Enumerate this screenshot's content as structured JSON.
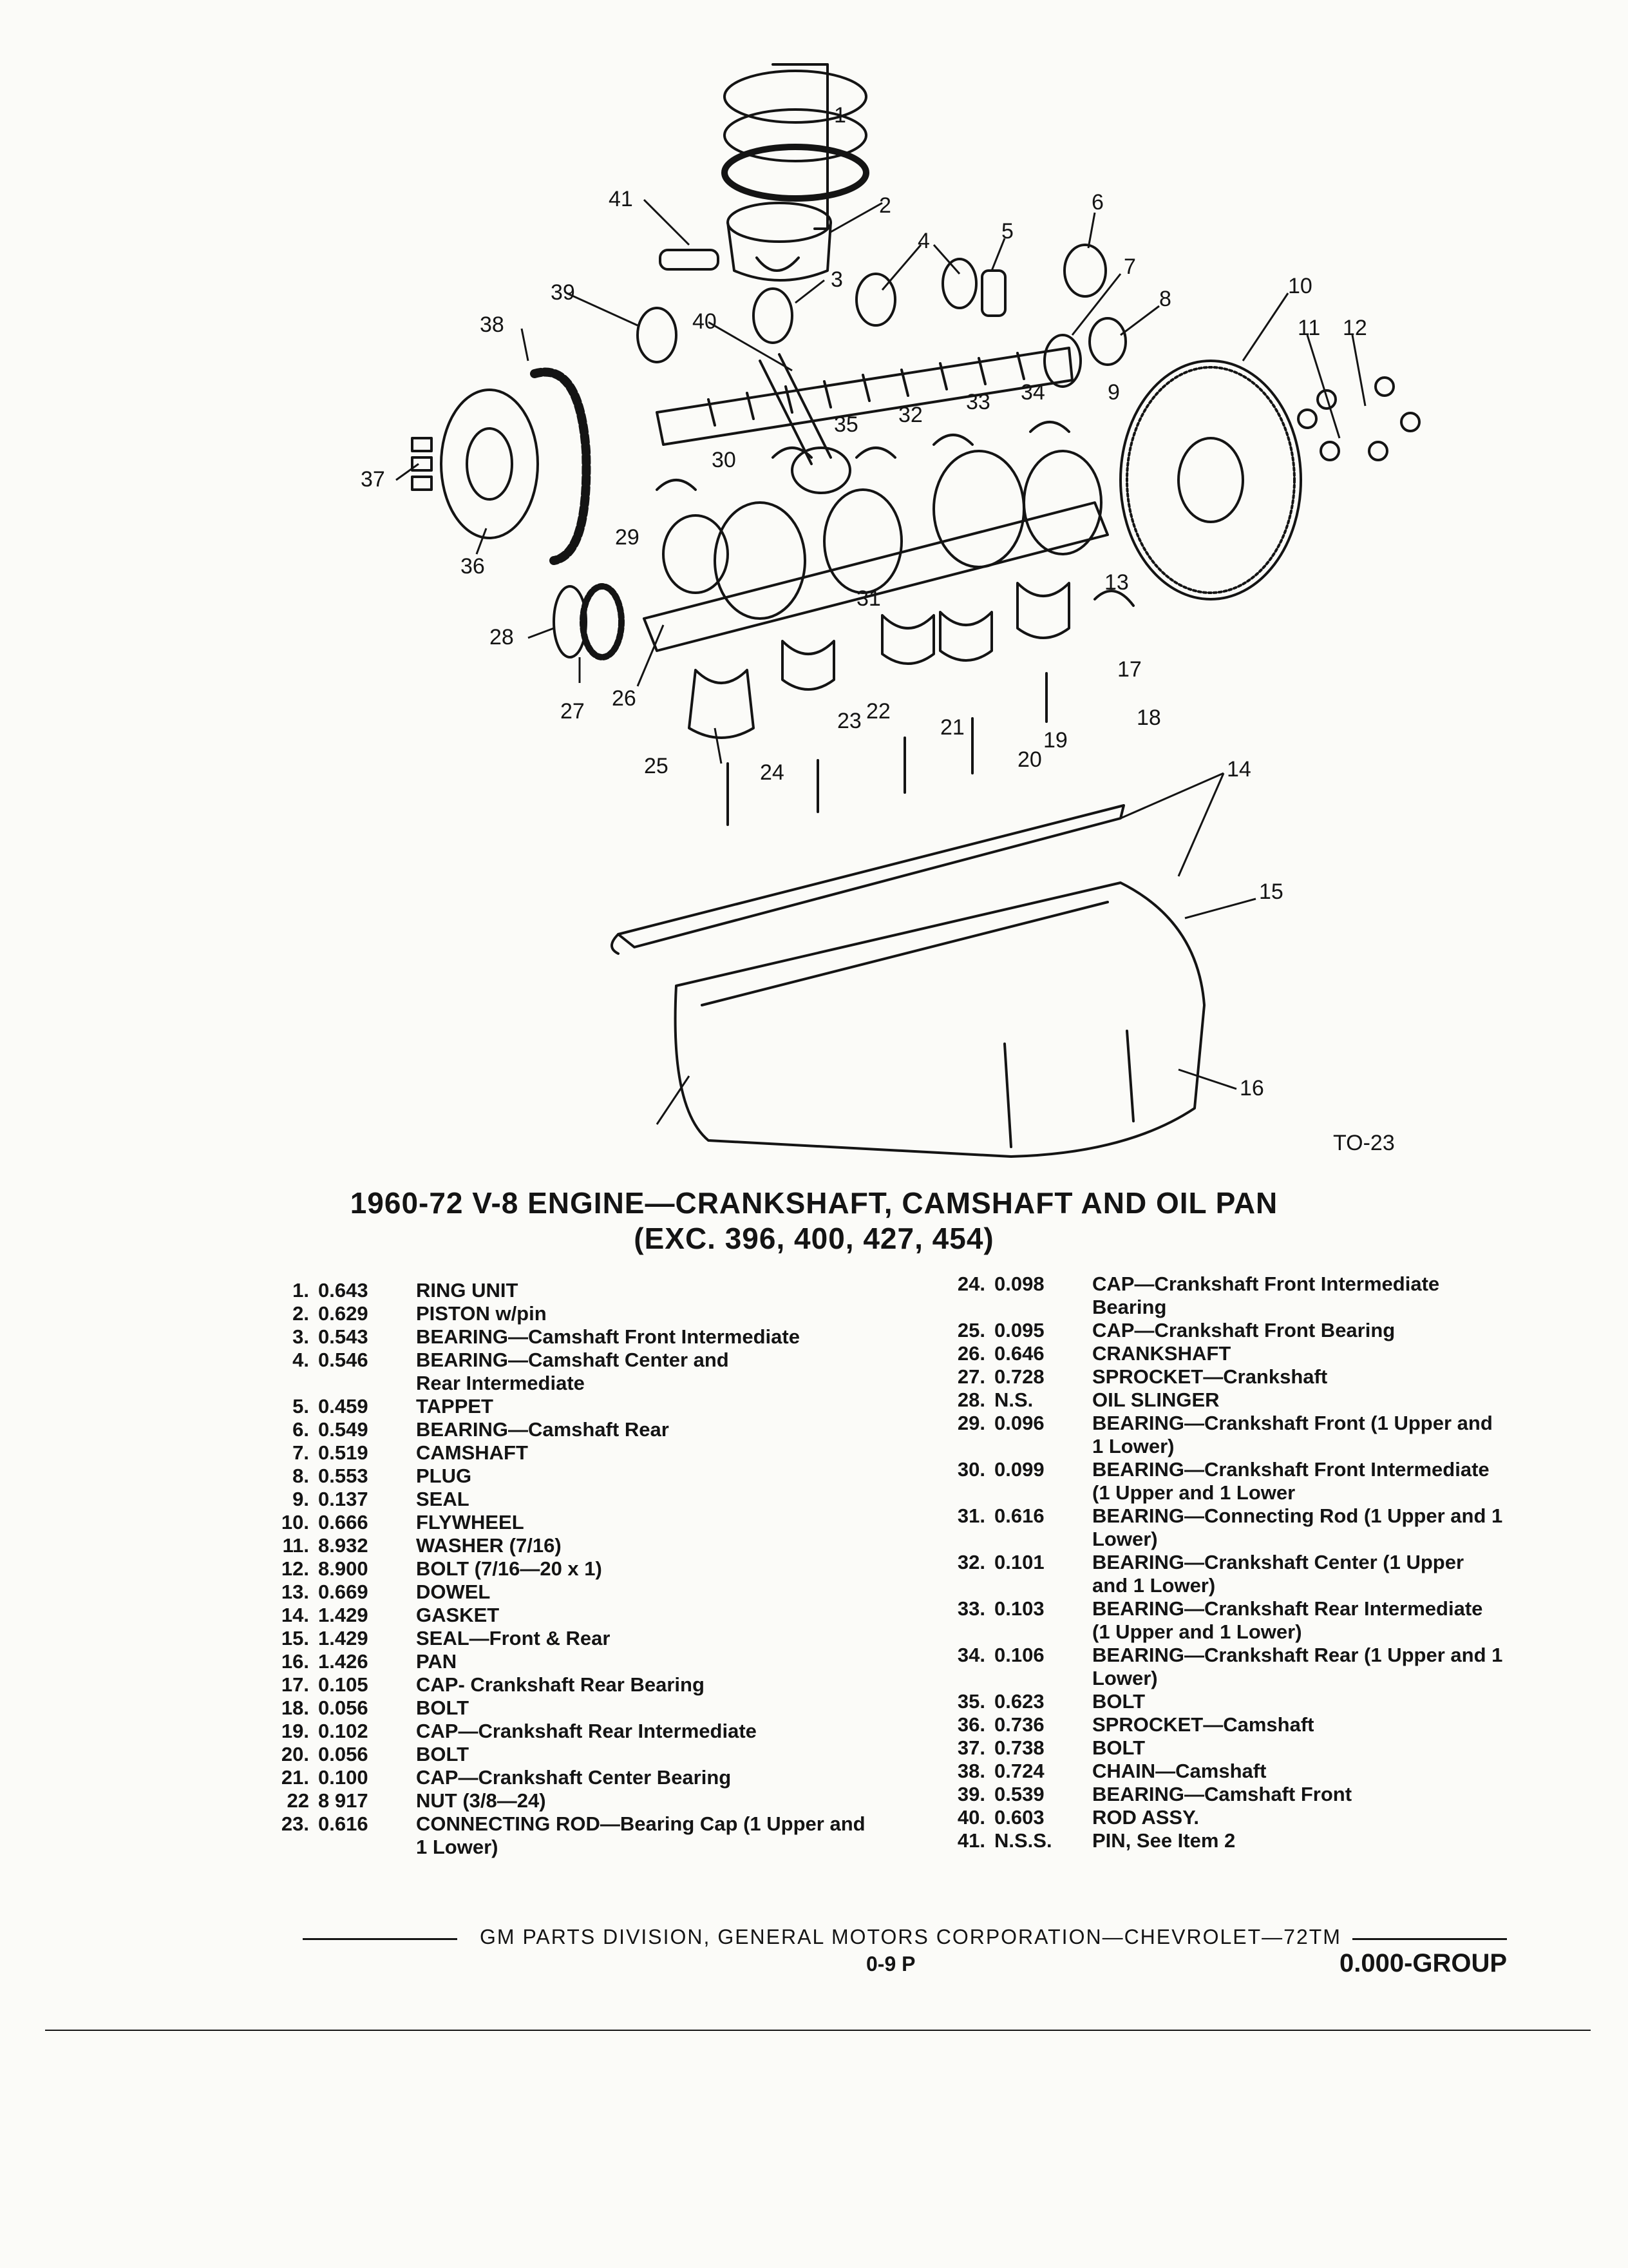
{
  "figure_code": "TO-23",
  "title_line1": "1960-72 V-8 ENGINE—CRANKSHAFT, CAMSHAFT AND OIL PAN",
  "title_line2": "(EXC. 396, 400, 427, 454)",
  "callouts": [
    "1",
    "2",
    "3",
    "4",
    "5",
    "6",
    "7",
    "8",
    "9",
    "10",
    "11",
    "12",
    "13",
    "14",
    "15",
    "16",
    "17",
    "18",
    "19",
    "20",
    "21",
    "22",
    "23",
    "24",
    "25",
    "26",
    "27",
    "28",
    "29",
    "30",
    "31",
    "32",
    "33",
    "34",
    "35",
    "36",
    "37",
    "38",
    "39",
    "40",
    "41"
  ],
  "parts_left": [
    {
      "num": "1.",
      "code": "0.643",
      "desc": "RING UNIT"
    },
    {
      "num": "2.",
      "code": "0.629",
      "desc": "PISTON w/pin"
    },
    {
      "num": "3.",
      "code": "0.543",
      "desc": "BEARING—Camshaft Front Intermediate"
    },
    {
      "num": "4.",
      "code": "0.546",
      "desc": "BEARING—Camshaft Center and Rear Intermediate"
    },
    {
      "num": "5.",
      "code": "0.459",
      "desc": "TAPPET"
    },
    {
      "num": "6.",
      "code": "0.549",
      "desc": "BEARING—Camshaft Rear"
    },
    {
      "num": "7.",
      "code": "0.519",
      "desc": "CAMSHAFT"
    },
    {
      "num": "8.",
      "code": "0.553",
      "desc": "PLUG"
    },
    {
      "num": "9.",
      "code": "0.137",
      "desc": "SEAL"
    },
    {
      "num": "10.",
      "code": "0.666",
      "desc": "FLYWHEEL"
    },
    {
      "num": "11.",
      "code": "8.932",
      "desc": "WASHER (7/16)"
    },
    {
      "num": "12.",
      "code": "8.900",
      "desc": "BOLT (7/16—20 x 1)"
    },
    {
      "num": "13.",
      "code": "0.669",
      "desc": "DOWEL"
    },
    {
      "num": "14.",
      "code": "1.429",
      "desc": "GASKET"
    },
    {
      "num": "15.",
      "code": "1.429",
      "desc": "SEAL—Front & Rear"
    },
    {
      "num": "16.",
      "code": "1.426",
      "desc": "PAN"
    },
    {
      "num": "17.",
      "code": "0.105",
      "desc": "CAP- Crankshaft Rear Bearing"
    },
    {
      "num": "18.",
      "code": "0.056",
      "desc": "BOLT"
    },
    {
      "num": "19.",
      "code": "0.102",
      "desc": "CAP—Crankshaft Rear Intermediate"
    },
    {
      "num": "20.",
      "code": "0.056",
      "desc": "BOLT"
    },
    {
      "num": "21.",
      "code": "0.100",
      "desc": "CAP—Crankshaft Center Bearing"
    },
    {
      "num": "22",
      "code": "8 917",
      "desc": "NUT (3/8—24)"
    },
    {
      "num": "23.",
      "code": "0.616",
      "desc": "CONNECTING ROD—Bearing Cap (1 Upper and 1 Lower)"
    }
  ],
  "parts_right": [
    {
      "num": "24.",
      "code": "0.098",
      "desc": "CAP—Crankshaft Front Intermediate Bearing"
    },
    {
      "num": "25.",
      "code": "0.095",
      "desc": "CAP—Crankshaft Front Bearing"
    },
    {
      "num": "26.",
      "code": "0.646",
      "desc": "CRANKSHAFT"
    },
    {
      "num": "27.",
      "code": "0.728",
      "desc": "SPROCKET—Crankshaft"
    },
    {
      "num": "28.",
      "code": "N.S.",
      "desc": "OIL SLINGER"
    },
    {
      "num": "29.",
      "code": "0.096",
      "desc": "BEARING—Crankshaft Front (1 Upper and 1 Lower)"
    },
    {
      "num": "30.",
      "code": "0.099",
      "desc": "BEARING—Crankshaft Front Intermediate (1 Upper and 1 Lower"
    },
    {
      "num": "31.",
      "code": "0.616",
      "desc": "BEARING—Connecting Rod (1 Upper and 1 Lower)"
    },
    {
      "num": "32.",
      "code": "0.101",
      "desc": "BEARING—Crankshaft Center (1 Upper and 1 Lower)"
    },
    {
      "num": "33.",
      "code": "0.103",
      "desc": "BEARING—Crankshaft Rear Intermediate (1 Upper and 1 Lower)"
    },
    {
      "num": "34.",
      "code": "0.106",
      "desc": "BEARING—Crankshaft Rear (1 Upper and 1 Lower)"
    },
    {
      "num": "35.",
      "code": "0.623",
      "desc": "BOLT"
    },
    {
      "num": "36.",
      "code": "0.736",
      "desc": "SPROCKET—Camshaft"
    },
    {
      "num": "37.",
      "code": "0.738",
      "desc": "BOLT"
    },
    {
      "num": "38.",
      "code": "0.724",
      "desc": "CHAIN—Camshaft"
    },
    {
      "num": "39.",
      "code": "0.539",
      "desc": "BEARING—Camshaft Front"
    },
    {
      "num": "40.",
      "code": "0.603",
      "desc": "ROD ASSY."
    },
    {
      "num": "41.",
      "code": "N.S.S.",
      "desc": "PIN, See Item 2"
    }
  ],
  "footer_text": "GM PARTS DIVISION, GENERAL MOTORS CORPORATION—CHEVROLET—72TM",
  "page_number": "0-9 P",
  "group_label": "0.000-GROUP",
  "ink_color": "#141414",
  "paper_color": "#fbfbf8"
}
